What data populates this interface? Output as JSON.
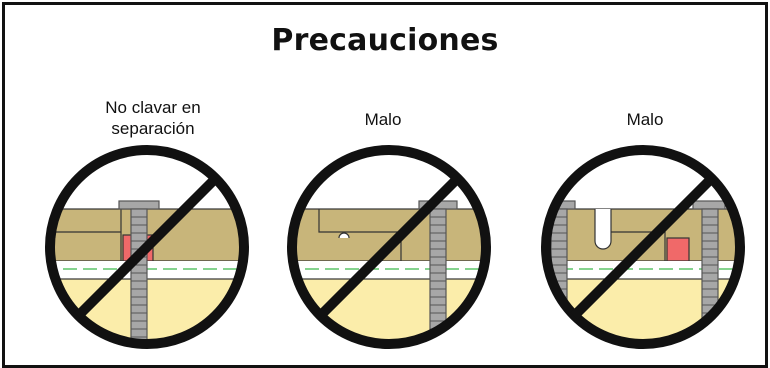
{
  "title": "Precauciones",
  "panels": [
    {
      "label_lines": [
        "No clavar en",
        "separación"
      ]
    },
    {
      "label_lines": [
        "Malo"
      ]
    },
    {
      "label_lines": [
        "Malo"
      ]
    }
  ],
  "colors": {
    "frame": "#111111",
    "wood": "#C8B57A",
    "subfloor": "#FBEDAA",
    "gap": "#FFFFFF",
    "fastener": "#A7A7A7",
    "fastener_outline": "#555555",
    "block": "#F06969",
    "guideline": "#3CB94A",
    "prohibition": "#111111"
  },
  "icons": [
    "no-sign-icon",
    "screw-icon",
    "floorboard-icon"
  ]
}
